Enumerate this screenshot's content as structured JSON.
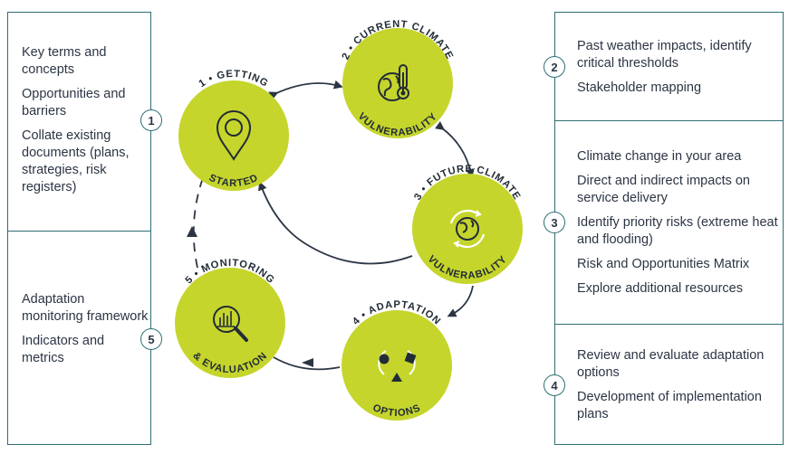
{
  "left_top": {
    "number": "1",
    "items": [
      "Key terms and concepts",
      "Opportunities and barriers",
      "Collate existing documents (plans, strategies, risk registers)"
    ]
  },
  "left_bottom": {
    "number": "5",
    "items": [
      "Adaptation monitoring framework",
      "Indicators and metrics"
    ]
  },
  "right_top": {
    "number": "2",
    "items": [
      "Past weather impacts, identify critical thresholds",
      "Stakeholder mapping"
    ]
  },
  "right_middle": {
    "number": "3",
    "items": [
      "Climate change in your area",
      "Direct and indirect impacts on service delivery",
      "Identify priority risks (extreme heat and flooding)",
      "Risk and Opportunities Matrix",
      "Explore additional resources"
    ]
  },
  "right_bottom": {
    "number": "4",
    "items": [
      "Review and evaluate adaptation options",
      "Development of implementation plans"
    ]
  },
  "stages": {
    "s1": {
      "top": "1 • GETTING",
      "bottom": "STARTED"
    },
    "s2": {
      "top": "2 • CURRENT CLIMATE",
      "bottom": "VULNERABILITY"
    },
    "s3": {
      "top": "3 • FUTURE CLIMATE",
      "bottom": "VULNERABILITY"
    },
    "s4": {
      "top": "4 • ADAPTATION",
      "bottom": "OPTIONS"
    },
    "s5": {
      "top": "5 • MONITORING",
      "bottom": "& EVALUATION"
    }
  },
  "colors": {
    "circle_fill": "#c5d52c",
    "border": "#2f6e73",
    "text": "#2b3544",
    "arrow": "#2b3544"
  },
  "icons": {
    "s1": "map-pin-icon",
    "s2": "globe-thermometer-icon",
    "s3": "globe-refresh-icon",
    "s4": "shapes-options-icon",
    "s5": "magnifier-chart-icon"
  }
}
